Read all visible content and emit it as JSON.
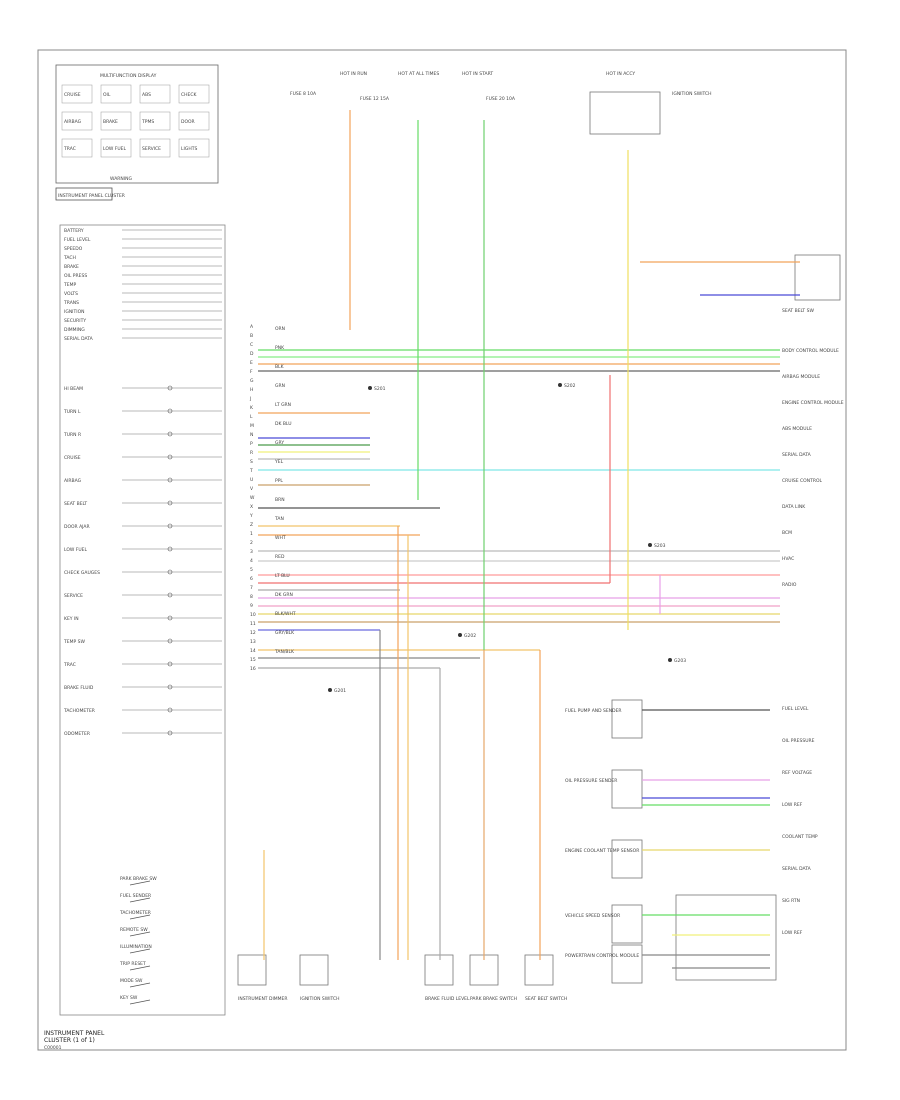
{
  "diagram": {
    "title_line1": "INSTRUMENT PANEL",
    "title_line2": "CLUSTER (1 of 1)",
    "footer_code": "C00001",
    "indicator_panel": {
      "header": "MULTIFUNCTION DISPLAY",
      "cells": [
        "CRUISE",
        "OIL",
        "ABS",
        "CHECK",
        "AIRBAG",
        "BRAKE",
        "TPMS",
        "DOOR",
        "TRAC",
        "LOW FUEL",
        "SERVICE",
        "LIGHTS"
      ],
      "footer": "WARNING"
    },
    "cluster_box_label": "INSTRUMENT PANEL CLUSTER",
    "connector_labels": [
      "A",
      "B",
      "C",
      "D",
      "E",
      "F",
      "G",
      "H",
      "J",
      "K",
      "L",
      "M",
      "N",
      "P",
      "R",
      "S",
      "T",
      "U",
      "V",
      "W",
      "X",
      "Y",
      "Z",
      "1",
      "2",
      "3",
      "4",
      "5",
      "6",
      "7",
      "8",
      "9",
      "10",
      "11",
      "12",
      "13",
      "14",
      "15",
      "16"
    ],
    "left_gauges": [
      "BATTERY",
      "FUEL LEVEL",
      "SPEEDO",
      "TACH",
      "BRAKE",
      "OIL PRESS",
      "TEMP",
      "VOLTS",
      "TRANS",
      "IGNITION",
      "SECURITY",
      "DIMMING",
      "SERIAL DATA",
      "HI BEAM",
      "TURN L",
      "TURN R",
      "CRUISE",
      "AIRBAG",
      "SEAT BELT",
      "DOOR AJAR",
      "LOW FUEL",
      "CHECK GAUGES",
      "SERVICE",
      "KEY IN",
      "TEMP SW",
      "TRAC",
      "BRAKE FLUID",
      "TACHOMETER",
      "ODOMETER"
    ],
    "left_switches": [
      "PARK BRAKE SW",
      "FUEL SENDER",
      "TACHOMETER",
      "REMOTE SW",
      "ILLUMINATION",
      "TRIP RESET",
      "MODE SW",
      "KEY SW"
    ],
    "top_labels": [
      "HOT IN RUN",
      "HOT AT ALL TIMES",
      "HOT IN START",
      "HOT IN ACCY",
      "FUSE 8 10A",
      "FUSE 12 15A",
      "FUSE 20 10A",
      "IGNITION SWITCH"
    ],
    "right_labels": [
      "SEAT BELT SW",
      "BODY CONTROL MODULE",
      "AIRBAG MODULE",
      "ENGINE CONTROL MODULE",
      "ABS MODULE",
      "SERIAL DATA",
      "CRUISE CONTROL",
      "DATA LINK",
      "BCM",
      "HVAC",
      "RADIO",
      "FUEL LEVEL",
      "OIL PRESSURE",
      "REF VOLTAGE",
      "LOW REF",
      "COOLANT TEMP",
      "SERIAL DATA",
      "SIG RTN",
      "LOW REF"
    ],
    "right_components": [
      "FUEL PUMP AND SENDER",
      "OIL PRESSURE SENDER",
      "ENGINE COOLANT TEMP SENSOR",
      "VEHICLE SPEED SENSOR",
      "POWERTRAIN CONTROL MODULE"
    ],
    "bottom_components": [
      "INSTRUMENT DIMMER",
      "IGNITION SWITCH",
      "BRAKE FLUID LEVEL",
      "PARK BRAKE SWITCH",
      "SEAT BELT SWITCH"
    ],
    "splice_labels": [
      "S201",
      "S202",
      "S203",
      "G201",
      "G202",
      "G203"
    ],
    "wire_codes": [
      "ORN",
      "PNK",
      "BLK",
      "GRN",
      "LT GRN",
      "DK BLU",
      "GRY",
      "YEL",
      "PPL",
      "BRN",
      "TAN",
      "WHT",
      "RED",
      "LT BLU",
      "DK GRN",
      "BLK/WHT",
      "GRY/BLK",
      "TAN/BLK"
    ]
  }
}
